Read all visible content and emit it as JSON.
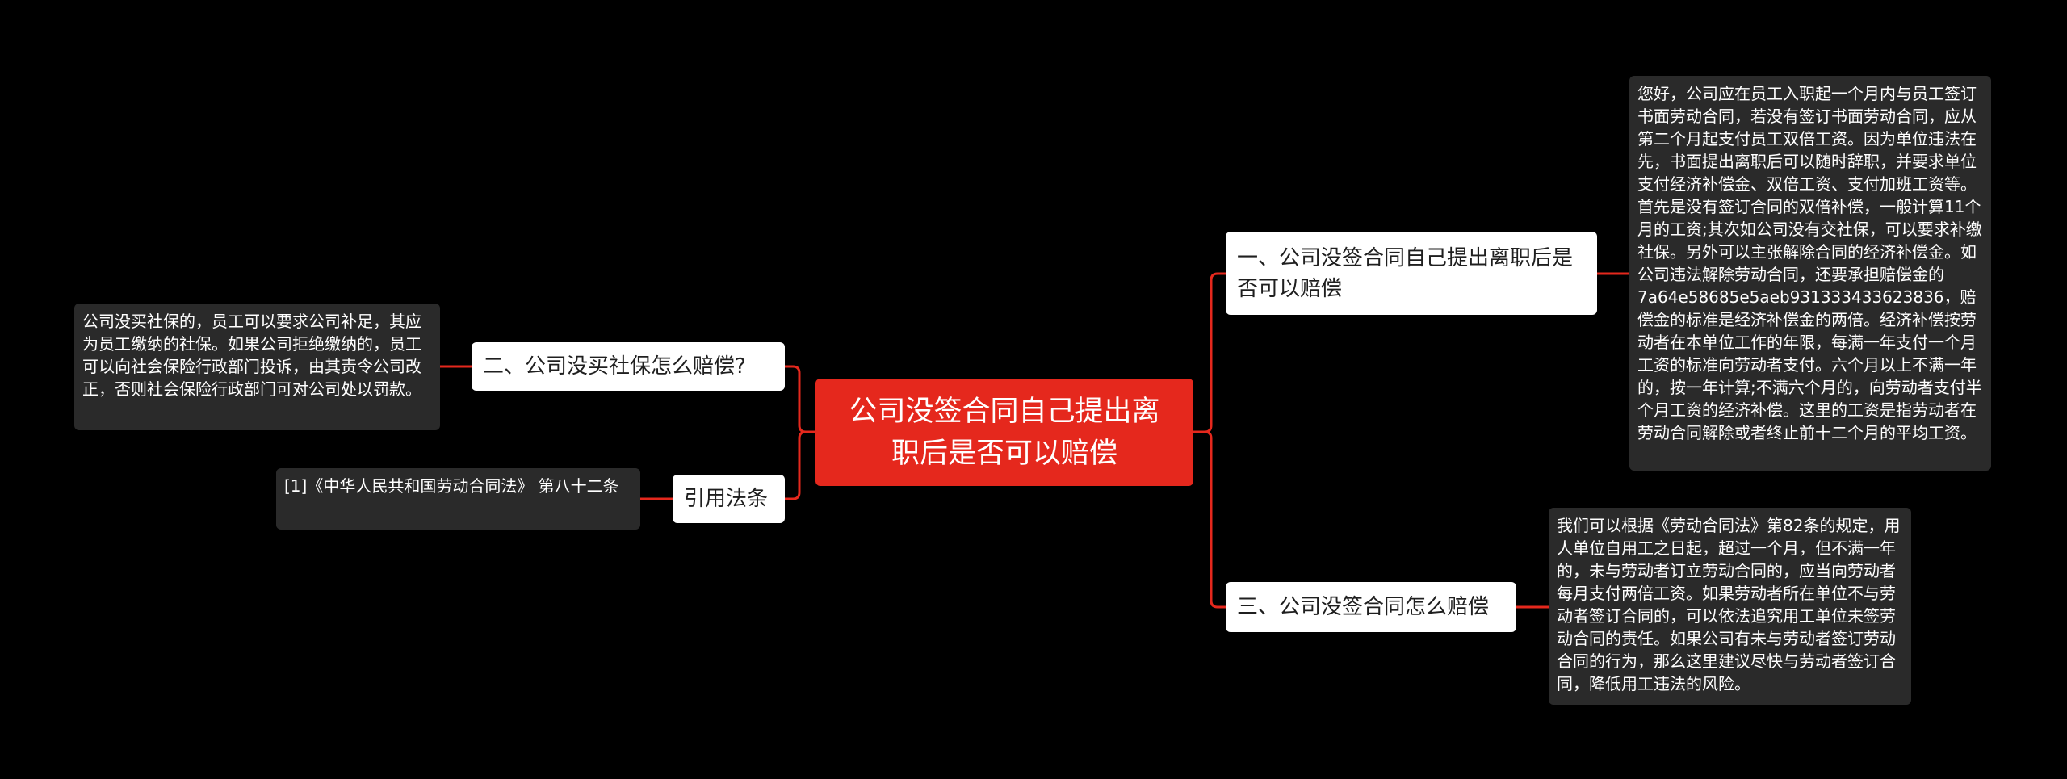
{
  "root": {
    "title": "公司没签合同自己提出离职后是否可以赔偿"
  },
  "branches": [
    {
      "label": "一、公司没签合同自己提出离职后是否可以赔偿",
      "detail": "您好，公司应在员工入职起一个月内与员工签订书面劳动合同，若没有签订书面劳动合同，应从第二个月起支付员工双倍工资。因为单位违法在先，书面提出离职后可以随时辞职，并要求单位支付经济补偿金、双倍工资、支付加班工资等。首先是没有签订合同的双倍补偿，一般计算11个月的工资;其次如公司没有交社保，可以要求补缴社保。另外可以主张解除合同的经济补偿金。如公司违法解除劳动合同，还要承担赔偿金的7a64e58685e5aeb931333433623836，赔偿金的标准是经济补偿金的两倍。经济补偿按劳动者在本单位工作的年限，每满一年支付一个月工资的标准向劳动者支付。六个月以上不满一年的，按一年计算;不满六个月的，向劳动者支付半个月工资的经济补偿。这里的工资是指劳动者在劳动合同解除或者终止前十二个月的平均工资。"
    },
    {
      "label": "二、公司没买社保怎么赔偿?",
      "detail": "公司没买社保的，员工可以要求公司补足，其应为员工缴纳的社保。如果公司拒绝缴纳的，员工可以向社会保险行政部门投诉，由其责令公司改正，否则社会保险行政部门可对公司处以罚款。"
    },
    {
      "label": "三、公司没签合同怎么赔偿",
      "detail": "我们可以根据《劳动合同法》第82条的规定，用人单位自用工之日起，超过一个月，但不满一年的，未与劳动者订立劳动合同的，应当向劳动者每月支付两倍工资。如果劳动者所在单位不与劳动者签订合同的，可以依法追究用工单位未签劳动合同的责任。如果公司有未与劳动者签订劳动合同的行为，那么这里建议尽快与劳动者签订合同，降低用工违法的风险。"
    },
    {
      "label": "引用法条",
      "detail": "[1]《中华人民共和国劳动合同法》 第八十二条"
    }
  ],
  "colors": {
    "background": "#000000",
    "root": "#e5281d",
    "connector": "#e5281d",
    "branch": "#ffffff",
    "leaf": "#2a2a2a"
  }
}
